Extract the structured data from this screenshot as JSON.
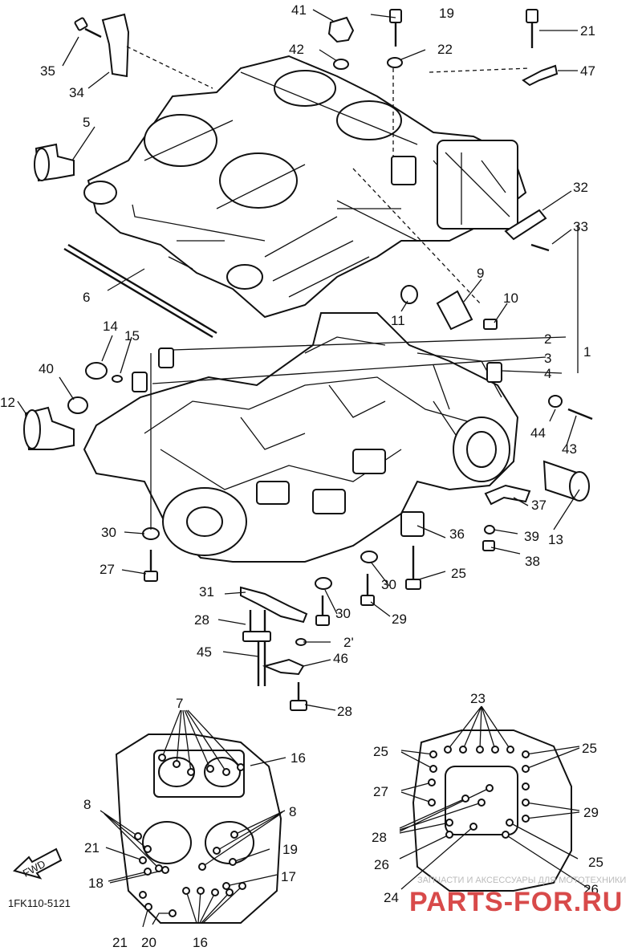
{
  "diagram": {
    "drawing_code": "1FK110-5121",
    "fwd_label": "FWD",
    "watermark_text": "ЗАПЧАСТИ И АКСЕССУАРЫ ДЛЯ МОТОТЕХНИКИ",
    "watermark_brand": "PARTS-FOR.RU",
    "callouts": [
      {
        "id": "c41",
        "text": "41"
      },
      {
        "id": "c19",
        "text": "19"
      },
      {
        "id": "c21",
        "text": "21"
      },
      {
        "id": "c42",
        "text": "42"
      },
      {
        "id": "c22",
        "text": "22"
      },
      {
        "id": "c47",
        "text": "47"
      },
      {
        "id": "c35",
        "text": "35"
      },
      {
        "id": "c34",
        "text": "34"
      },
      {
        "id": "c5",
        "text": "5"
      },
      {
        "id": "c32",
        "text": "32"
      },
      {
        "id": "c33",
        "text": "33"
      },
      {
        "id": "c6",
        "text": "6"
      },
      {
        "id": "c9",
        "text": "9"
      },
      {
        "id": "c10",
        "text": "10"
      },
      {
        "id": "c11",
        "text": "11"
      },
      {
        "id": "c14",
        "text": "14"
      },
      {
        "id": "c15",
        "text": "15"
      },
      {
        "id": "c2",
        "text": "2"
      },
      {
        "id": "c1",
        "text": "1"
      },
      {
        "id": "c3",
        "text": "3"
      },
      {
        "id": "c4",
        "text": "4"
      },
      {
        "id": "c40",
        "text": "40"
      },
      {
        "id": "c12",
        "text": "12"
      },
      {
        "id": "c44",
        "text": "44"
      },
      {
        "id": "c43",
        "text": "43"
      },
      {
        "id": "c37",
        "text": "37"
      },
      {
        "id": "c13",
        "text": "13"
      },
      {
        "id": "c39",
        "text": "39"
      },
      {
        "id": "c36",
        "text": "36"
      },
      {
        "id": "c38",
        "text": "38"
      },
      {
        "id": "c30a",
        "text": "30"
      },
      {
        "id": "c27a",
        "text": "27"
      },
      {
        "id": "c25a",
        "text": "25"
      },
      {
        "id": "c30b",
        "text": "30"
      },
      {
        "id": "c31",
        "text": "31"
      },
      {
        "id": "c30c",
        "text": "30"
      },
      {
        "id": "c29a",
        "text": "29"
      },
      {
        "id": "c28a",
        "text": "28"
      },
      {
        "id": "c2b",
        "text": "2'"
      },
      {
        "id": "c45",
        "text": "45"
      },
      {
        "id": "c46",
        "text": "46"
      },
      {
        "id": "c28b",
        "text": "28"
      },
      {
        "id": "c7",
        "text": "7"
      },
      {
        "id": "c16a",
        "text": "16"
      },
      {
        "id": "c8a",
        "text": "8"
      },
      {
        "id": "c8b",
        "text": "8"
      },
      {
        "id": "c21b",
        "text": "21"
      },
      {
        "id": "c19b",
        "text": "19"
      },
      {
        "id": "c18",
        "text": "18"
      },
      {
        "id": "c17",
        "text": "17"
      },
      {
        "id": "c21c",
        "text": "21"
      },
      {
        "id": "c20",
        "text": "20"
      },
      {
        "id": "c16b",
        "text": "16"
      },
      {
        "id": "c23",
        "text": "23"
      },
      {
        "id": "c25b",
        "text": "25"
      },
      {
        "id": "c25c",
        "text": "25"
      },
      {
        "id": "c27b",
        "text": "27"
      },
      {
        "id": "c29b",
        "text": "29"
      },
      {
        "id": "c28c",
        "text": "28"
      },
      {
        "id": "c26a",
        "text": "26"
      },
      {
        "id": "c25d",
        "text": "25"
      },
      {
        "id": "c24",
        "text": "24"
      },
      {
        "id": "c26b",
        "text": "26"
      }
    ]
  }
}
